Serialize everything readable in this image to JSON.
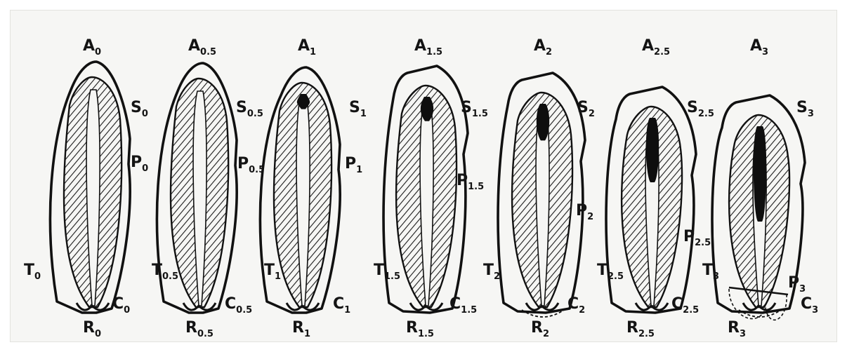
{
  "figure": {
    "stages": [
      {
        "A": "A",
        "A_sub": "0",
        "S": "S",
        "S_sub": "0",
        "P": "P",
        "P_sub": "0",
        "T": "T",
        "T_sub": "0",
        "C": "C",
        "C_sub": "0",
        "R": "R",
        "R_sub": "0"
      },
      {
        "A": "A",
        "A_sub": "0.5",
        "S": "S",
        "S_sub": "0.5",
        "P": "P",
        "P_sub": "0.5",
        "T": "T",
        "T_sub": "0.5",
        "C": "C",
        "C_sub": "0.5",
        "R": "R",
        "R_sub": "0.5"
      },
      {
        "A": "A",
        "A_sub": "1",
        "S": "S",
        "S_sub": "1",
        "P": "P",
        "P_sub": "1",
        "T": "T",
        "T_sub": "1",
        "C": "C",
        "C_sub": "1",
        "R": "R",
        "R_sub": "1"
      },
      {
        "A": "A",
        "A_sub": "1.5",
        "S": "S",
        "S_sub": "1.5",
        "P": "P",
        "P_sub": "1.5",
        "T": "T",
        "T_sub": "1.5",
        "C": "C",
        "C_sub": "1.5",
        "R": "R",
        "R_sub": "1.5"
      },
      {
        "A": "A",
        "A_sub": "2",
        "S": "S",
        "S_sub": "2",
        "P": "P",
        "P_sub": "2",
        "T": "T",
        "T_sub": "2",
        "C": "C",
        "C_sub": "2",
        "R": "R",
        "R_sub": "2"
      },
      {
        "A": "A",
        "A_sub": "2.5",
        "S": "S",
        "S_sub": "2.5",
        "P": "P",
        "P_sub": "2.5",
        "T": "T",
        "T_sub": "2.5",
        "C": "C",
        "C_sub": "2.5",
        "R": "R",
        "R_sub": "2.5"
      },
      {
        "A": "A",
        "A_sub": "3",
        "S": "S",
        "S_sub": "3",
        "P": "P",
        "P_sub": "3",
        "T": "T",
        "T_sub": "3",
        "C": "C",
        "C_sub": "3",
        "R": "R",
        "R_sub": "3"
      }
    ]
  }
}
